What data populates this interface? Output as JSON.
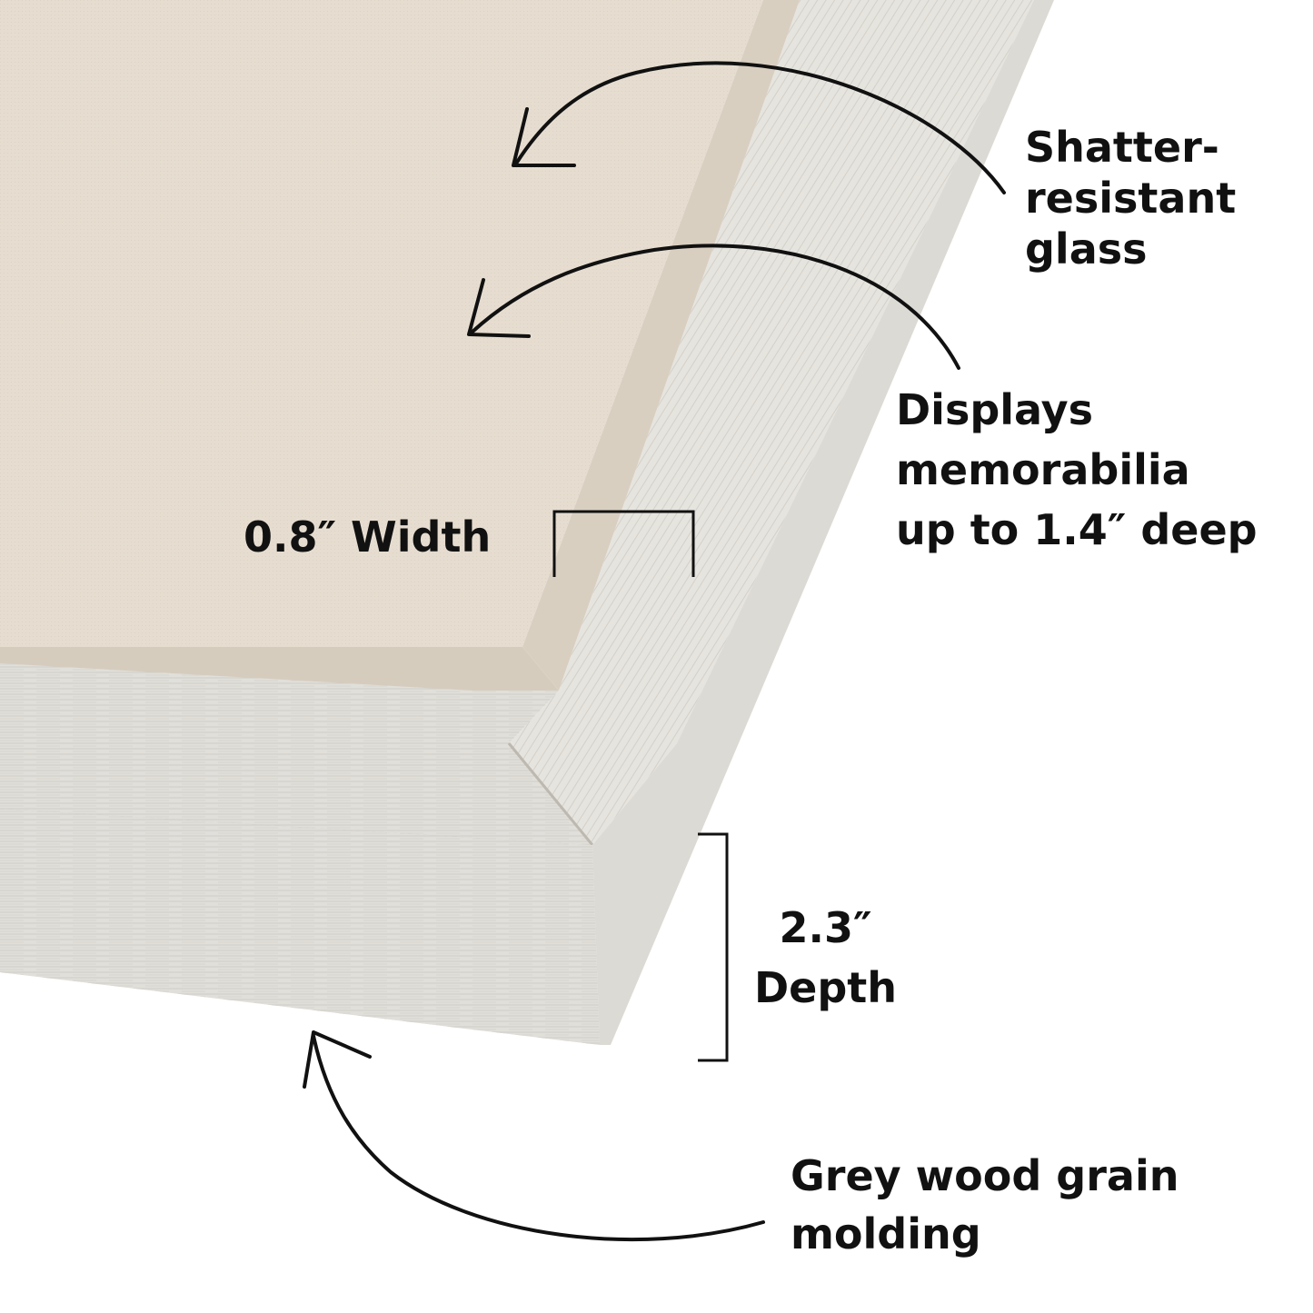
{
  "callouts": {
    "glass": {
      "line1": "Shatter-",
      "line2": "resistant",
      "line3": "glass"
    },
    "display": {
      "line1": "Displays",
      "line2": "memorabilia",
      "line3": "up to 1.4″ deep"
    },
    "width": {
      "text": "0.8″ Width"
    },
    "depth": {
      "line1": "2.3″",
      "line2": "Depth"
    },
    "molding": {
      "line1": "Grey wood grain",
      "line2": "molding"
    }
  },
  "colors": {
    "background": "#ffffff",
    "linen_backing": "#e6ddd0",
    "frame_wood": "#e3e1dc",
    "frame_shadow": "#c9c6bf",
    "ink": "#111111"
  }
}
